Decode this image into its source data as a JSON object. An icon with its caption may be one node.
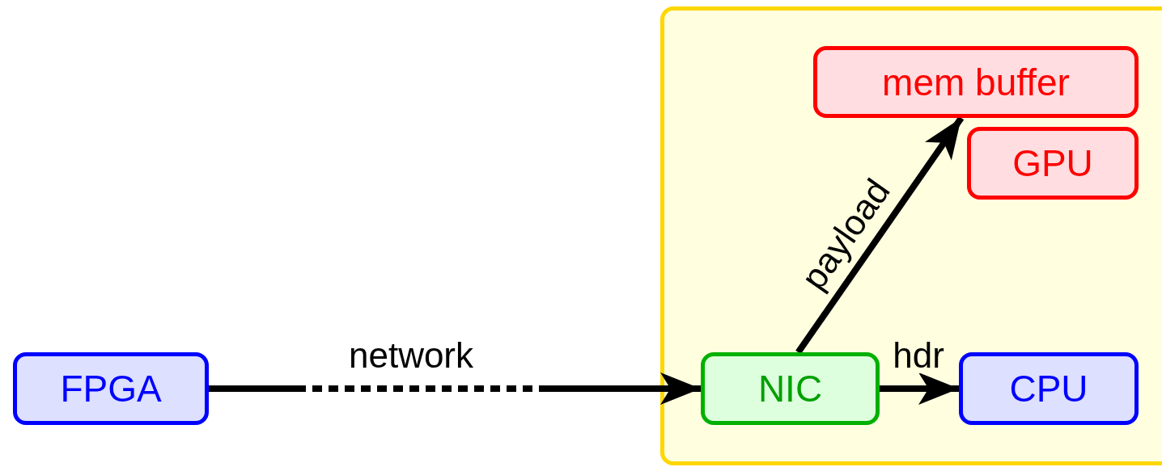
{
  "diagram": {
    "nodes": [
      {
        "text": [],
        "shape": "box"
      },
      {
        "text": [
          "FPGA"
        ]
      },
      {
        "text": [
          "mem buffer"
        ],
        "in": 0
      },
      {
        "text": [
          "GPU"
        ],
        "in": 0
      },
      {
        "text": [
          "NIC"
        ],
        "in": 0
      },
      {
        "text": [
          "CPU"
        ],
        "in": 0
      }
    ],
    "edges": [
      {
        "from": 1,
        "to": 4,
        "arrow": "to",
        "label": "network",
        "style": "dashed"
      },
      {
        "from": 4,
        "to": 2,
        "arrow": "to",
        "label": "payload"
      },
      {
        "from": 4,
        "to": 5,
        "arrow": "to",
        "label": "hdr"
      }
    ]
  }
}
